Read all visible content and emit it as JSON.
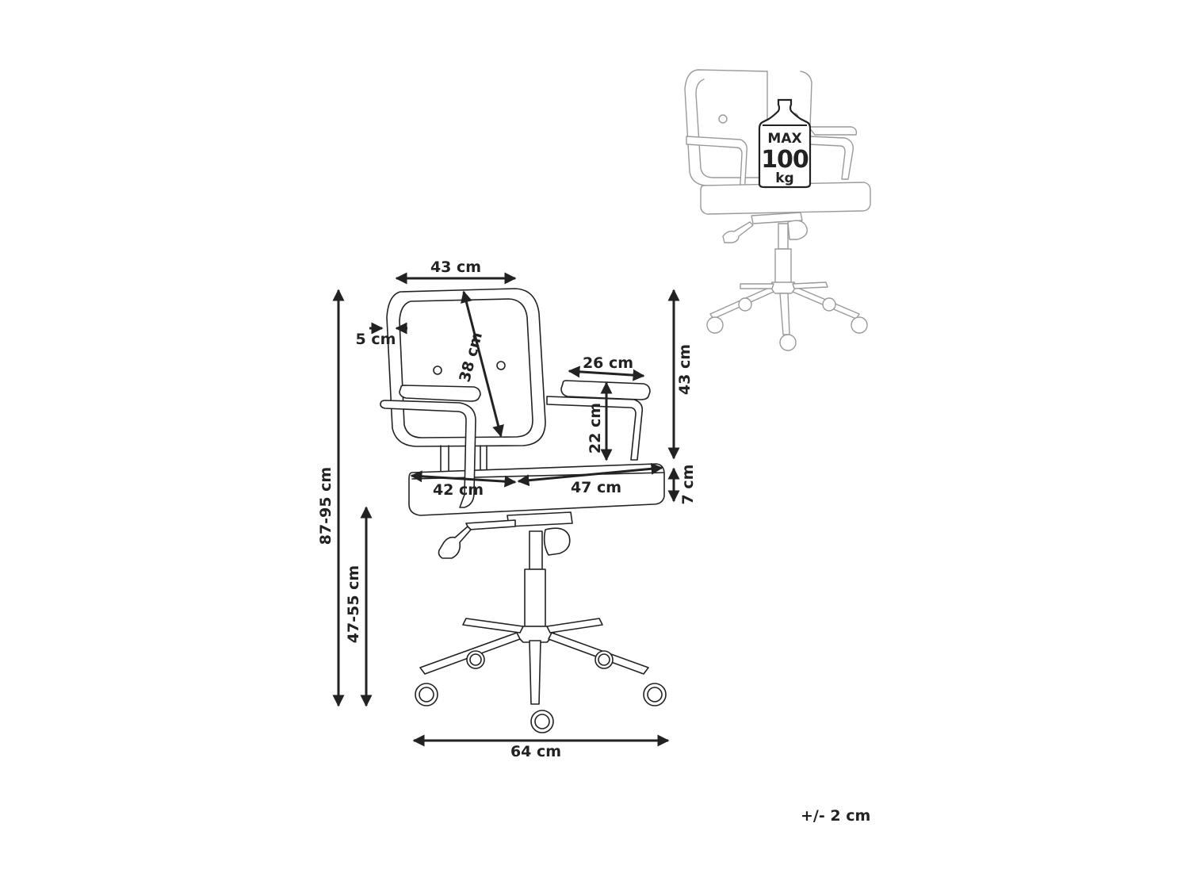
{
  "dimensions": {
    "width_back": "43 cm",
    "back_thickness": "5 cm",
    "back_height": "38 cm",
    "armrest_length": "26 cm",
    "armrest_height": "22 cm",
    "backrest_height_right": "43 cm",
    "seat_thickness": "7 cm",
    "seat_width": "42 cm",
    "seat_depth": "47 cm",
    "total_height": "87-95 cm",
    "seat_height": "47-55 cm",
    "base_width": "64 cm"
  },
  "badge": {
    "line1": "MAX",
    "line2": "100",
    "line3": "kg"
  },
  "tolerance": "+/- 2 cm"
}
